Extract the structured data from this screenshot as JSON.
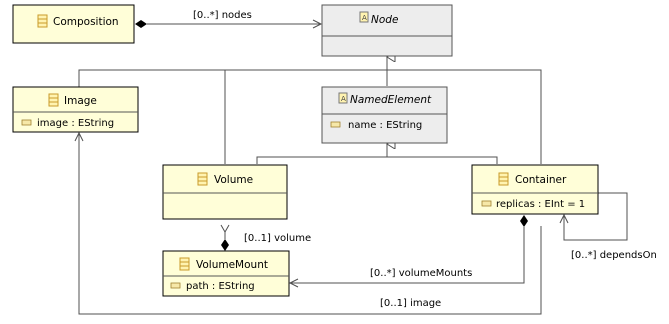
{
  "classes": {
    "composition": {
      "name": "Composition",
      "attributes": []
    },
    "node": {
      "name": "Node",
      "abstract": true,
      "attributes": []
    },
    "image": {
      "name": "Image",
      "attributes": [
        "image : EString"
      ]
    },
    "named_element": {
      "name": "NamedElement",
      "abstract": true,
      "attributes": [
        "name : EString"
      ]
    },
    "volume": {
      "name": "Volume",
      "attributes": []
    },
    "container": {
      "name": "Container",
      "attributes": [
        "replicas : EInt = 1"
      ]
    },
    "volume_mount": {
      "name": "VolumeMount",
      "attributes": [
        "path : EString"
      ]
    }
  },
  "edges": {
    "nodes": "[0..*] nodes",
    "volume": "[0..1] volume",
    "volume_mounts": "[0..*] volumeMounts",
    "depends_on": "[0..*] dependsOn",
    "image": "[0..1] image"
  },
  "colors": {
    "concrete_fill": "#fffed8",
    "abstract_fill": "#ededed",
    "icon": "#c89b2a"
  }
}
